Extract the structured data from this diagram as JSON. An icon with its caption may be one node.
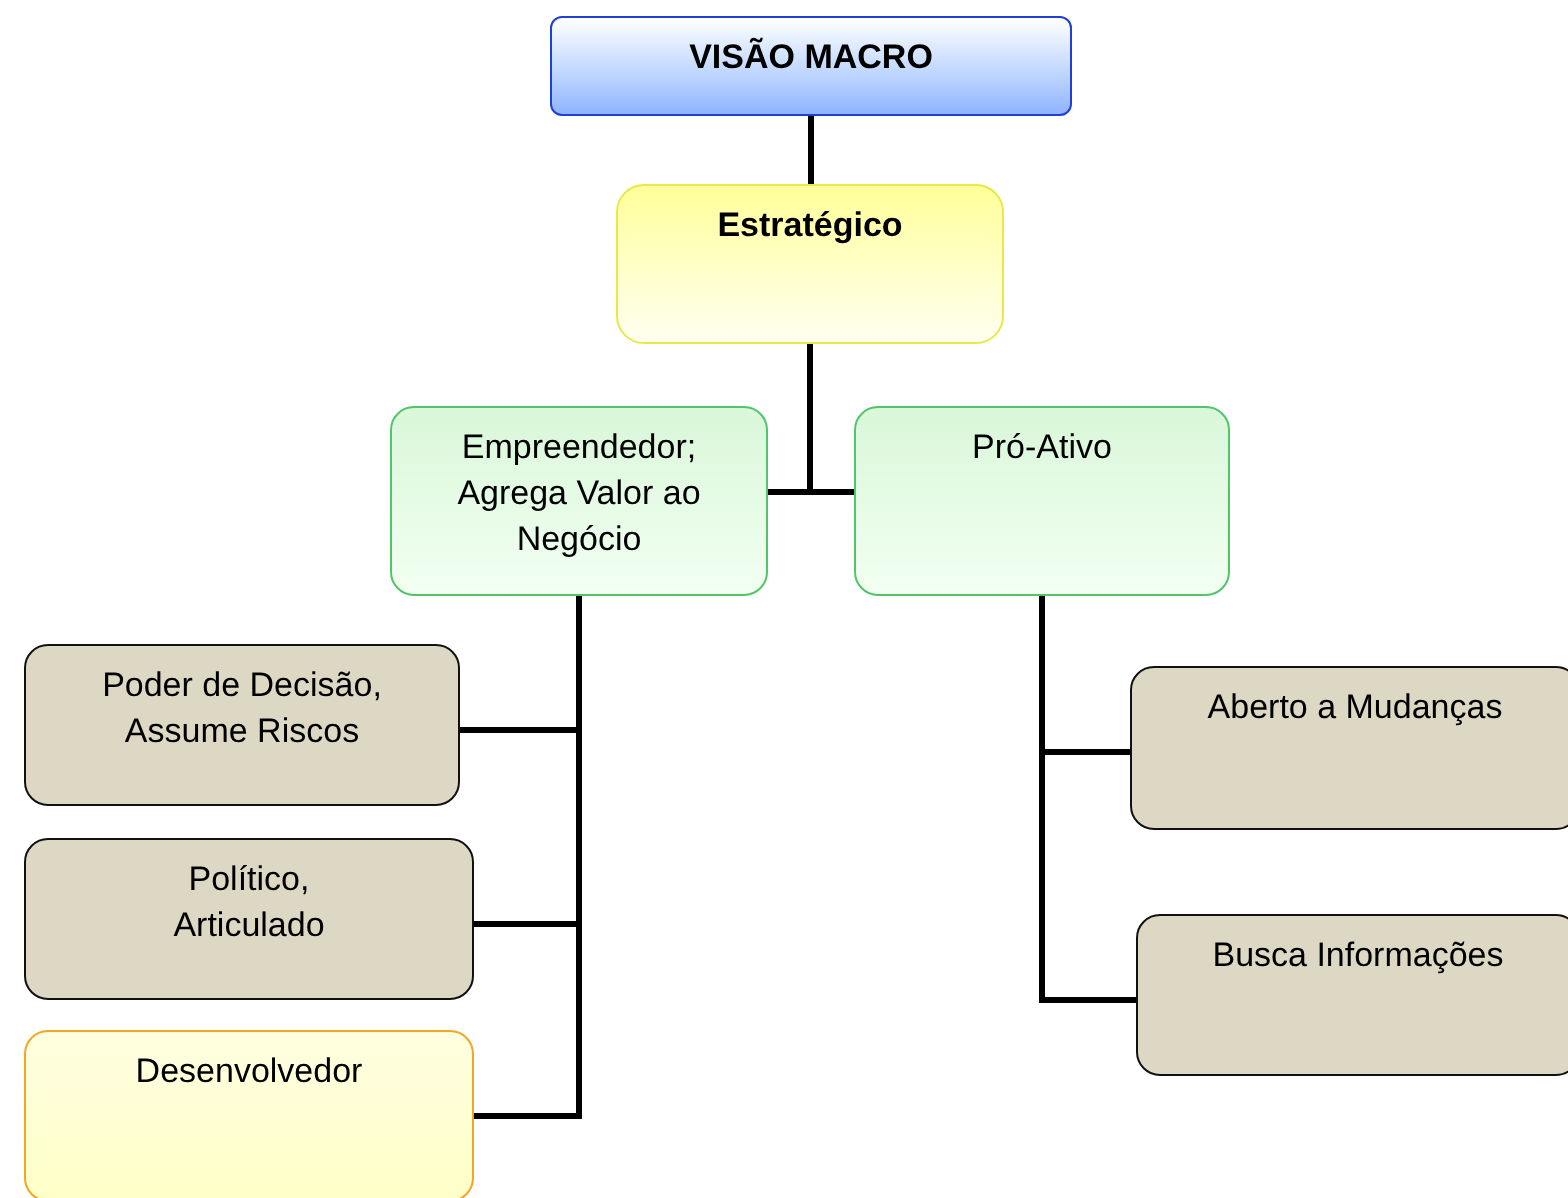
{
  "diagram": {
    "nodes": [
      {
        "text": [
          "VISÃO MACRO"
        ]
      },
      {
        "text": [
          "Estratégico"
        ]
      },
      {
        "text": [
          "Empreendedor; Agrega Valor ao Negócio"
        ]
      },
      {
        "text": [
          "Pró-Ativo"
        ]
      },
      {
        "text": [
          "Poder de Decisão, Assume Riscos"
        ]
      },
      {
        "text": [
          "Político, Articulado"
        ]
      },
      {
        "text": [
          "Desenvolvedor"
        ]
      },
      {
        "text": [
          "Aberto a Mudanças"
        ]
      },
      {
        "text": [
          "Busca Informações"
        ]
      }
    ],
    "edges": [
      {
        "from": 0,
        "to": 1,
        "arrow": "none"
      },
      {
        "from": 1,
        "to": 2,
        "arrow": "none"
      },
      {
        "from": 1,
        "to": 3,
        "arrow": "none"
      },
      {
        "from": 2,
        "to": 4,
        "arrow": "none"
      },
      {
        "from": 2,
        "to": 5,
        "arrow": "none"
      },
      {
        "from": 2,
        "to": 6,
        "arrow": "none"
      },
      {
        "from": 3,
        "to": 7,
        "arrow": "none"
      },
      {
        "from": 3,
        "to": 8,
        "arrow": "none"
      }
    ]
  }
}
